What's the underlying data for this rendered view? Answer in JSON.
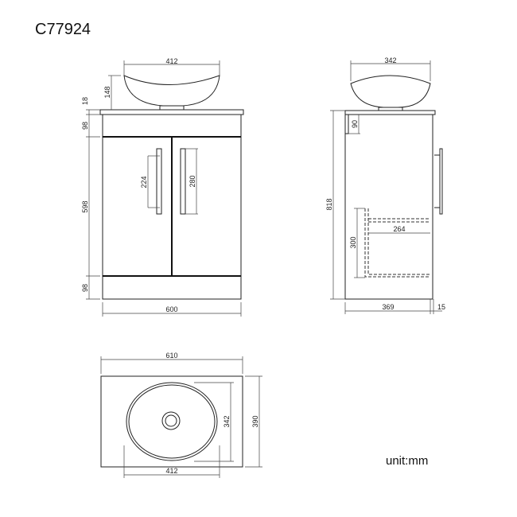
{
  "title": "C77924",
  "unit_label": "unit:mm",
  "front_view": {
    "basin_width": "412",
    "basin_height": "148",
    "top_thickness": "18",
    "top_rail": "98",
    "door_height": "598",
    "bottom_rail": "98",
    "cabinet_width": "600",
    "handle_hole_spacing": "224",
    "handle_length": "280"
  },
  "side_view": {
    "basin_depth": "342",
    "drawer_gap": "90",
    "total_height": "818",
    "shelf_depth": "264",
    "shelf_height": "300",
    "cabinet_depth": "369",
    "door_thickness": "15"
  },
  "top_view": {
    "top_width": "610",
    "top_depth": "390",
    "basin_depth": "342",
    "basin_width": "412"
  }
}
